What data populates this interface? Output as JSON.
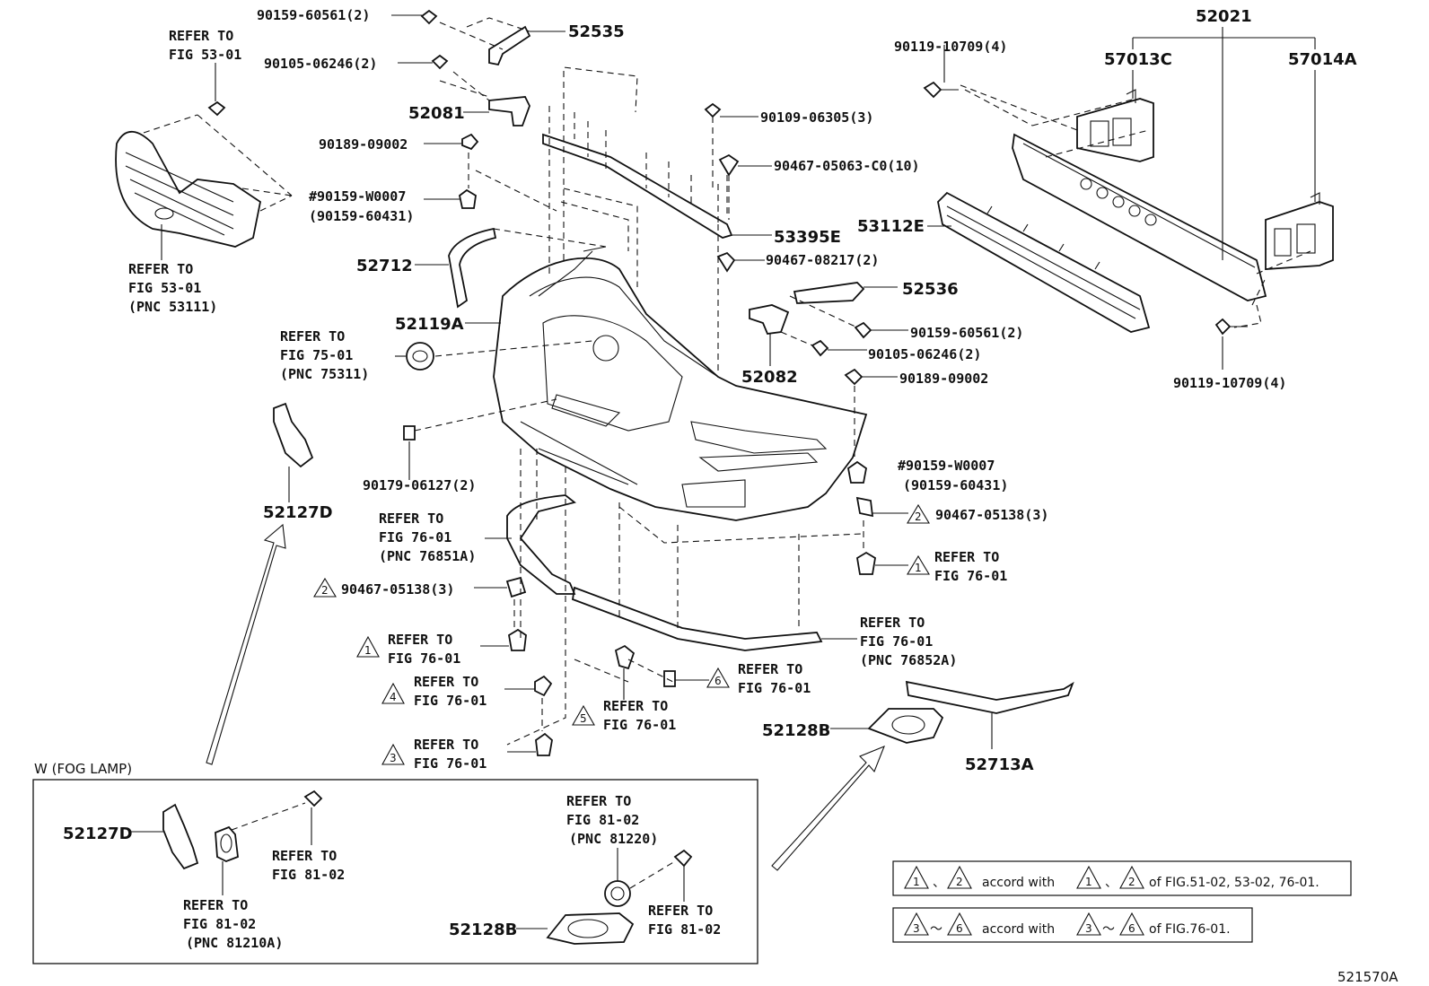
{
  "labels": {
    "p52021": "52021",
    "p57013c": "57013C",
    "p57014a": "57014A",
    "p53112e": "53112E",
    "p52535": "52535",
    "p52081": "52081",
    "p53395e": "53395E",
    "p52712": "52712",
    "p52119a": "52119A",
    "p52536": "52536",
    "p52082": "52082",
    "p52127d": "52127D",
    "p52128b": "52128B",
    "p52713a": "52713A",
    "p52127d_fog": "52127D",
    "p52128b_fog": "52128B",
    "bolt_90159_60561_top": "90159-60561(2)",
    "bolt_90105_06246_top": "90105-06246(2)",
    "nut_90189_09002_l": "90189-09002",
    "hash_90159_w0007_l": "#90159-W0007",
    "alt_90159_60431_l": "(90159-60431)",
    "bolt_90119_10709_t": "90119-10709(4)",
    "bolt_90119_10709_b": "90119-10709(4)",
    "bolt_90109_06305": "90109-06305(3)",
    "clip_90467_05063": "90467-05063-C0(10)",
    "clip_90467_08217": "90467-08217(2)",
    "bolt_90159_60561_r": "90159-60561(2)",
    "bolt_90105_06246_r": "90105-06246(2)",
    "nut_90189_09002_r": "90189-09002",
    "hash_90159_w0007_r": "#90159-W0007",
    "alt_90159_60431_r": "(90159-60431)",
    "clip_90467_05138_r": "90467-05138(3)",
    "clip_90467_05138_l": "90467-05138(3)",
    "clip_90179_06127": "90179-06127(2)",
    "footer_code": "521570A",
    "fog_box_title": "W (FOG LAMP)"
  },
  "refs": {
    "grille_top": [
      "REFER TO",
      "FIG 53-01"
    ],
    "grille_bottom": [
      "REFER TO",
      "FIG 53-01",
      "(PNC 53111)"
    ],
    "emblem": [
      "REFER TO",
      "FIG 75-01",
      "(PNC 75311)"
    ],
    "spoiler_left": [
      "REFER TO",
      "FIG 76-01",
      "(PNC 76851A)"
    ],
    "spoiler_right": [
      "REFER TO",
      "FIG 76-01",
      "(PNC 76852A)"
    ],
    "tri1_right": [
      "REFER TO",
      "FIG 76-01"
    ],
    "tri1_left": [
      "REFER TO",
      "FIG 76-01"
    ],
    "tri4": [
      "REFER TO",
      "FIG 76-01"
    ],
    "tri3": [
      "REFER TO",
      "FIG 76-01"
    ],
    "tri5": [
      "REFER TO",
      "FIG 76-01"
    ],
    "tri6": [
      "REFER TO",
      "FIG 76-01"
    ],
    "fog_lamp_left": [
      "REFER TO",
      "FIG 81-02",
      "(PNC 81210A)"
    ],
    "fog_screw_left": [
      "REFER TO",
      "FIG 81-02"
    ],
    "fog_lamp_right": [
      "REFER TO",
      "FIG 81-02",
      "(PNC 81220)"
    ],
    "fog_screw_right": [
      "REFER TO",
      "FIG 81-02"
    ]
  },
  "triangles": {
    "t_r2": "2",
    "t_r1": "1",
    "t_l2": "2",
    "t_l1": "1",
    "t_4": "4",
    "t_3": "3",
    "t_5": "5",
    "t_6": "6",
    "n1a": "1",
    "n2a": "2",
    "n1b": "1",
    "n2b": "2",
    "n3a": "3",
    "n6a": "6",
    "n3b": "3",
    "n6b": "6"
  },
  "notes": {
    "note1_sep": "、",
    "note1_text": "accord with",
    "note1_sep2": "、",
    "note1_tail": "of FIG.51-02, 53-02, 76-01.",
    "note2_sep": "〜",
    "note2_text": "accord with",
    "note2_sep2": "〜",
    "note2_tail": "of FIG.76-01."
  }
}
